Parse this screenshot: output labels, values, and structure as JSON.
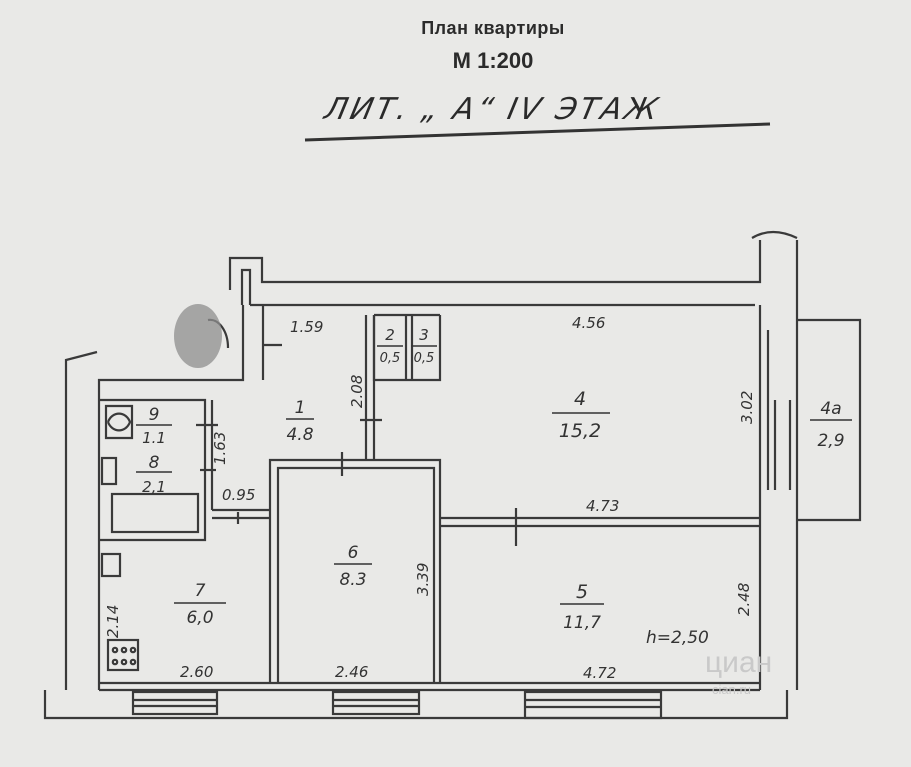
{
  "header": {
    "title": "План квартиры",
    "scale": "М 1:200",
    "subtitle": "ЛИТ. „ А“  IV ЭТАЖ"
  },
  "rooms": [
    {
      "number": "1",
      "area": "4.8"
    },
    {
      "number": "2",
      "area": "0,5"
    },
    {
      "number": "3",
      "area": "0,5"
    },
    {
      "number": "4",
      "area": "15,2"
    },
    {
      "number": "4а",
      "area": "2,9"
    },
    {
      "number": "5",
      "area": "11,7"
    },
    {
      "number": "6",
      "area": "8.3"
    },
    {
      "number": "7",
      "area": "6,0"
    },
    {
      "number": "8",
      "area": "2,1"
    },
    {
      "number": "9",
      "area": "1.1"
    }
  ],
  "dimensions": {
    "d_159": "1.59",
    "d_456": "4.56",
    "d_208": "2.08",
    "d_302": "3.02",
    "d_163": "1.63",
    "d_095": "0.95",
    "d_473": "4.73",
    "d_339": "3.39",
    "d_248": "2.48",
    "d_214": "2.14",
    "d_260": "2.60",
    "d_246": "2.46",
    "d_472": "4.72"
  },
  "ceiling_height": "h=2,50",
  "watermark": {
    "brand": "циан",
    "domain": "cian.ru"
  },
  "colors": {
    "paper": "#e9e9e7",
    "ink": "#333333",
    "watermark": "#c9c9c9"
  }
}
